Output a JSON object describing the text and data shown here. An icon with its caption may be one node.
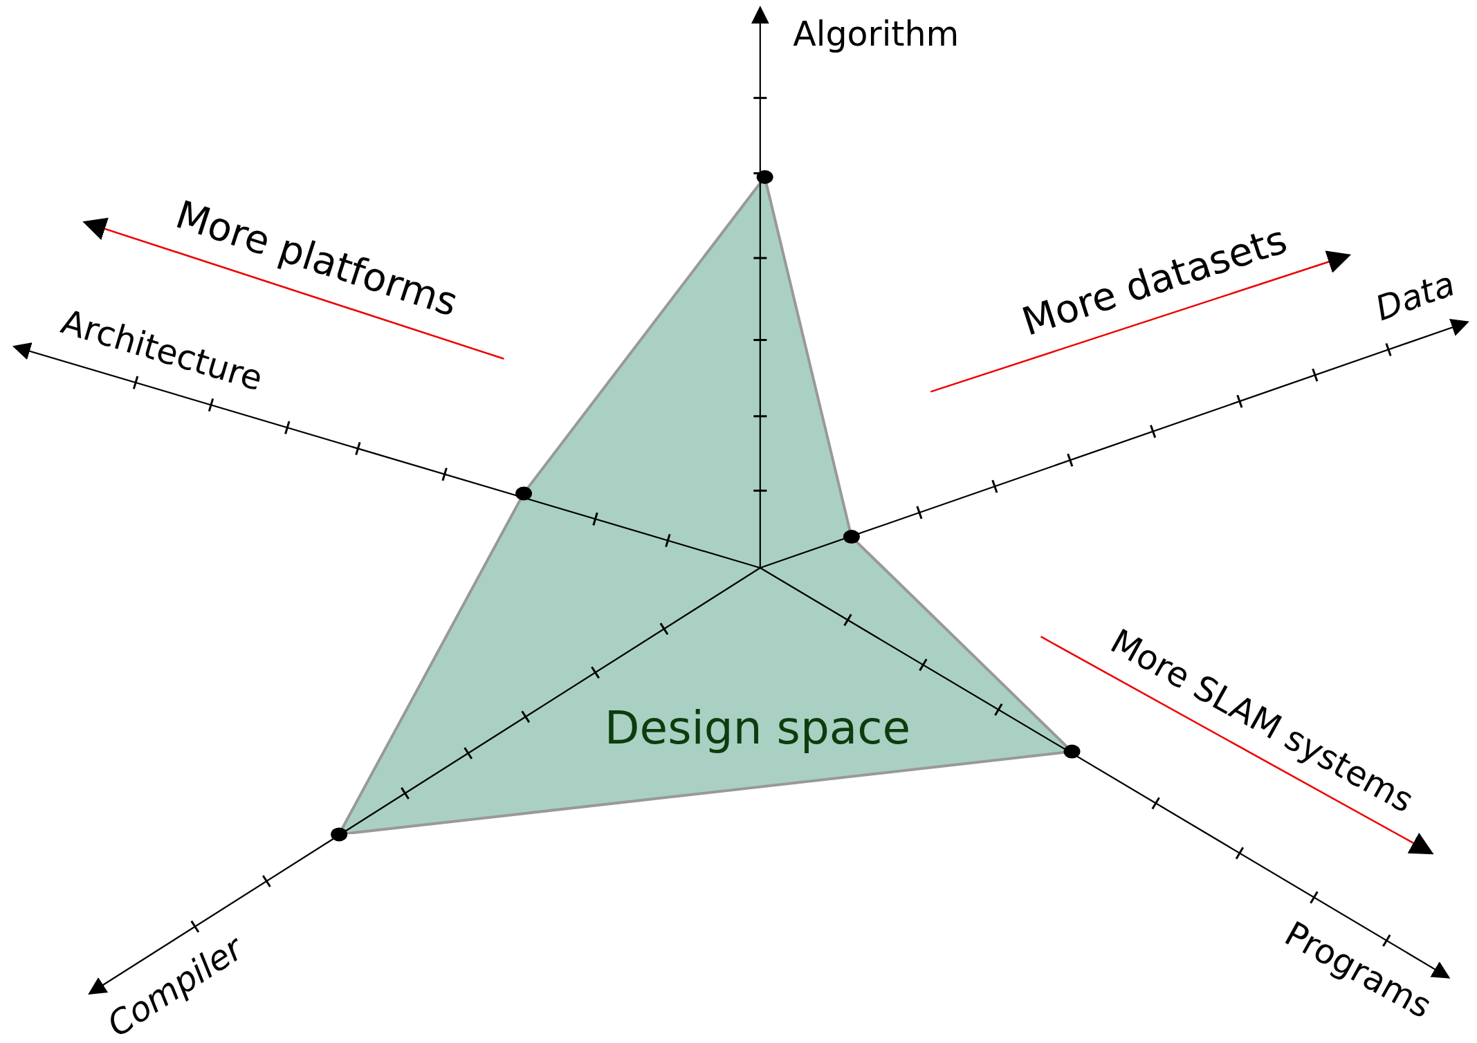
{
  "diagram": {
    "nodes": [
      {
        "text": [
          "Design space"
        ]
      }
    ],
    "labels": [
      "Algorithm",
      "Architecture",
      "Data",
      "Compiler",
      "Programs",
      "More platforms",
      "More datasets",
      "More SLAM systems"
    ]
  }
}
